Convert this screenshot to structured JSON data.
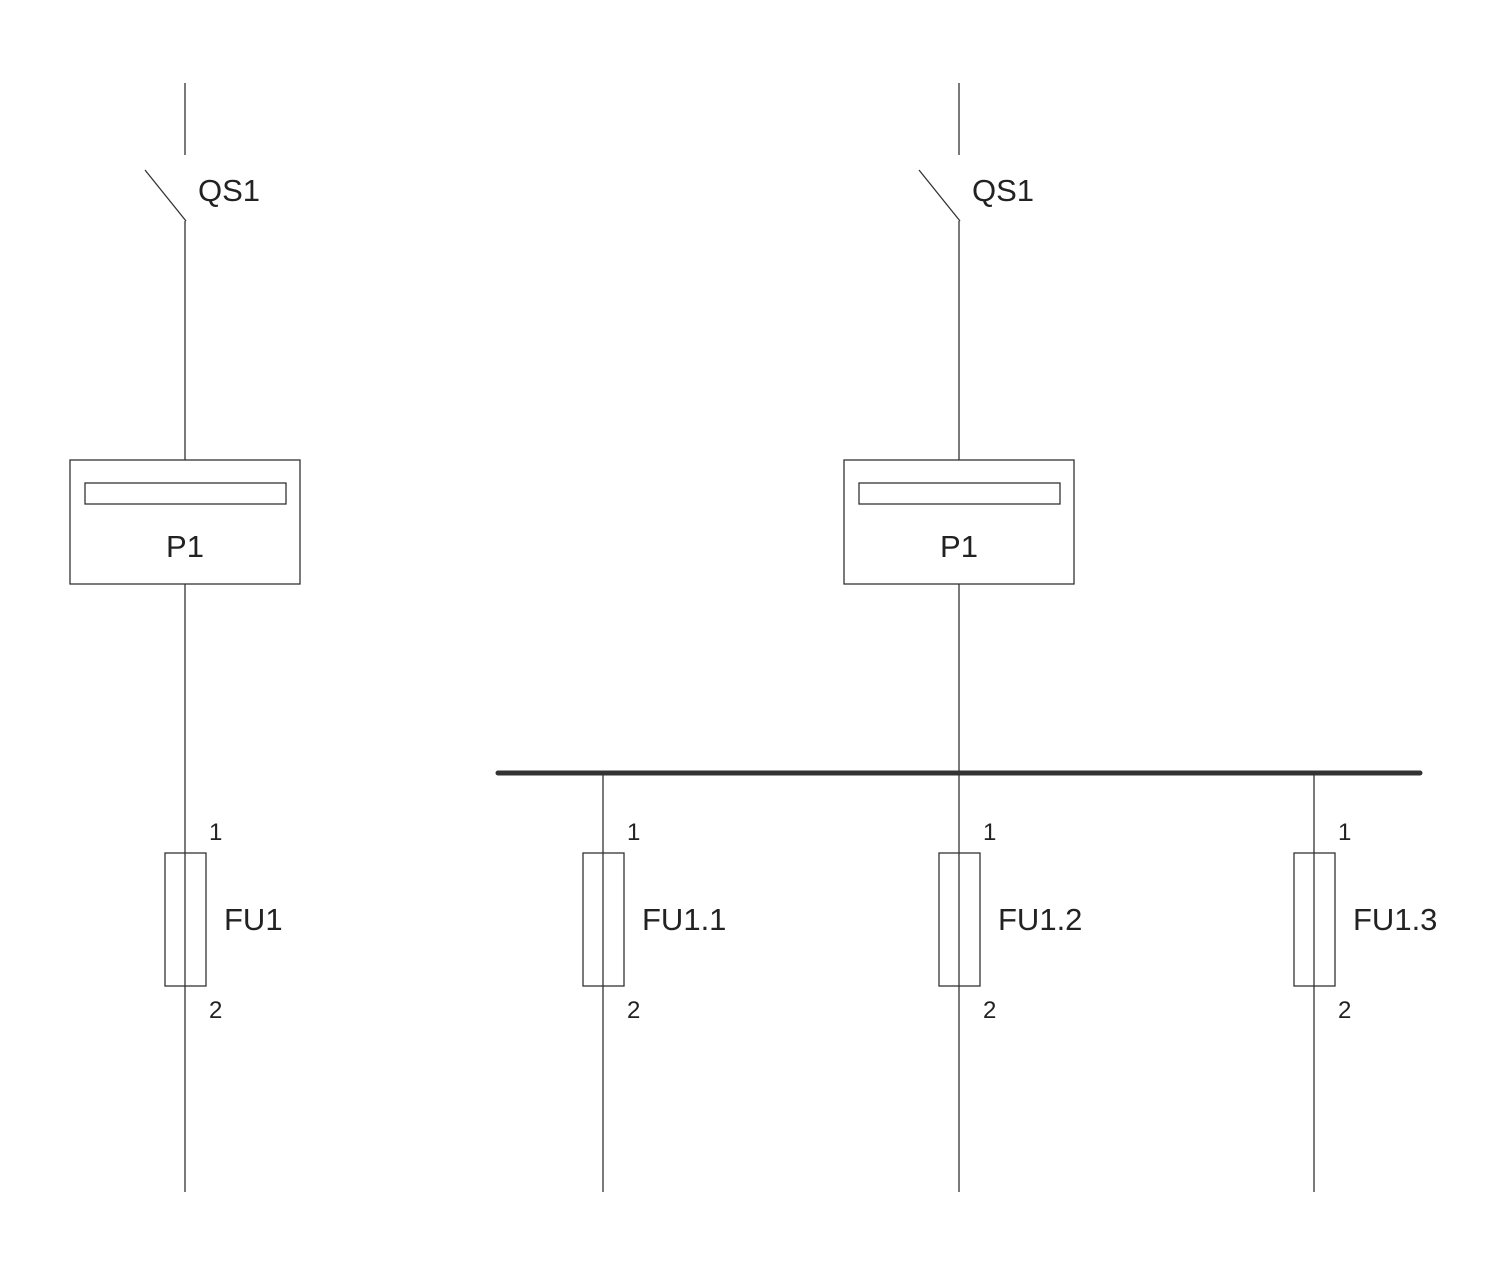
{
  "left_feeder": {
    "switch_label": "QS1",
    "meter_label": "P1",
    "fuse": {
      "label": "FU1",
      "pin_top": "1",
      "pin_bottom": "2"
    }
  },
  "right_feeder": {
    "switch_label": "QS1",
    "meter_label": "P1",
    "fuses": [
      {
        "label": "FU1.1",
        "pin_top": "1",
        "pin_bottom": "2"
      },
      {
        "label": "FU1.2",
        "pin_top": "1",
        "pin_bottom": "2"
      },
      {
        "label": "FU1.3",
        "pin_top": "1",
        "pin_bottom": "2"
      }
    ]
  },
  "colors": {
    "line": "#333333",
    "text": "#222222"
  }
}
